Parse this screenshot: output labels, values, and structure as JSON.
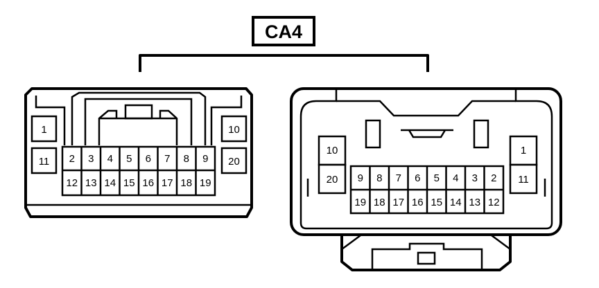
{
  "connector_label": "CA4",
  "left_connector": {
    "side_left": [
      "1",
      "11"
    ],
    "side_right": [
      "10",
      "20"
    ],
    "top_row": [
      "2",
      "3",
      "4",
      "5",
      "6",
      "7",
      "8",
      "9"
    ],
    "bottom_row": [
      "12",
      "13",
      "14",
      "15",
      "16",
      "17",
      "18",
      "19"
    ]
  },
  "right_connector": {
    "side_left": [
      "10",
      "20"
    ],
    "side_right": [
      "1",
      "11"
    ],
    "top_row": [
      "9",
      "8",
      "7",
      "6",
      "5",
      "4",
      "3",
      "2"
    ],
    "bottom_row": [
      "19",
      "18",
      "17",
      "16",
      "15",
      "14",
      "13",
      "12"
    ]
  }
}
